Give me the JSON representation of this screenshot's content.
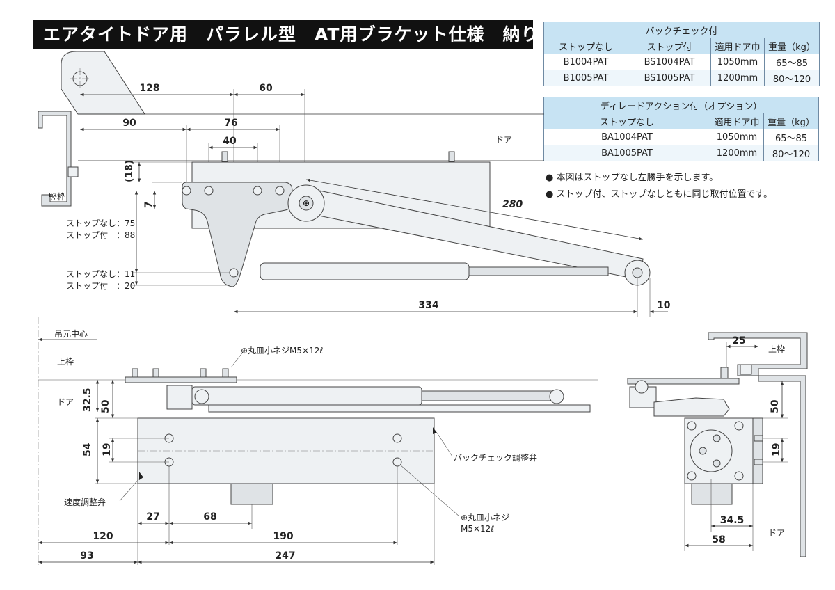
{
  "title": "エアタイトドア用　パラレル型　AT用ブラケット仕様　納り図",
  "backcheck_table": {
    "caption": "バックチェック付",
    "headers": [
      "ストップなし",
      "ストップ付",
      "適用ドア巾",
      "重量（kg）"
    ],
    "rows": [
      [
        "B1004PAT",
        "BS1004PAT",
        "1050mm",
        "65〜85"
      ],
      [
        "B1005PAT",
        "BS1005PAT",
        "1200mm",
        "80〜120"
      ]
    ]
  },
  "delayed_table": {
    "caption": "ディレードアクション付（オプション）",
    "headers": [
      "ストップなし",
      "適用ドア巾",
      "重量（kg）"
    ],
    "rows": [
      [
        "BA1004PAT",
        "1050mm",
        "65〜85"
      ],
      [
        "BA1005PAT",
        "1200mm",
        "80〜120"
      ]
    ]
  },
  "notes": [
    "● 本図はストップなし左勝手を示します。",
    "● ストップ付、ストップなしともに同じ取付位置です。"
  ],
  "top_view": {
    "dims": {
      "d128": "128",
      "d60": "60",
      "d90": "90",
      "d76": "76",
      "d40": "40",
      "d18": "(18)",
      "d7": "7",
      "d280": "280",
      "d334": "334",
      "d10": "10"
    },
    "labels": {
      "door": "ドア",
      "frame": "竪枠",
      "stop_none_75": "ストップなし：75",
      "stop_with_88": "ストップ付　：88",
      "stop_none_11": "ストップなし：11",
      "stop_with_20": "ストップ付　：20"
    }
  },
  "front_view": {
    "dims": {
      "d32_5": "32.5",
      "d50": "50",
      "d54": "54",
      "d19": "19",
      "d27": "27",
      "d68": "68",
      "d120": "120",
      "d190": "190",
      "d93": "93",
      "d247": "247"
    },
    "labels": {
      "hinge_center": "吊元中心",
      "head_frame": "上枠",
      "door": "ドア",
      "screw_top": "⊕丸皿小ネジM5×12ℓ",
      "backcheck_valve": "バックチェック調整弁",
      "speed_valve": "速度調整弁",
      "screw_bottom_1": "⊕丸皿小ネジ",
      "screw_bottom_2": "M5×12ℓ"
    }
  },
  "side_view": {
    "dims": {
      "d25": "25",
      "d50": "50",
      "d19": "19",
      "d34_5": "34.5",
      "d58": "58"
    },
    "labels": {
      "head_frame": "上枠",
      "door": "ドア"
    }
  }
}
